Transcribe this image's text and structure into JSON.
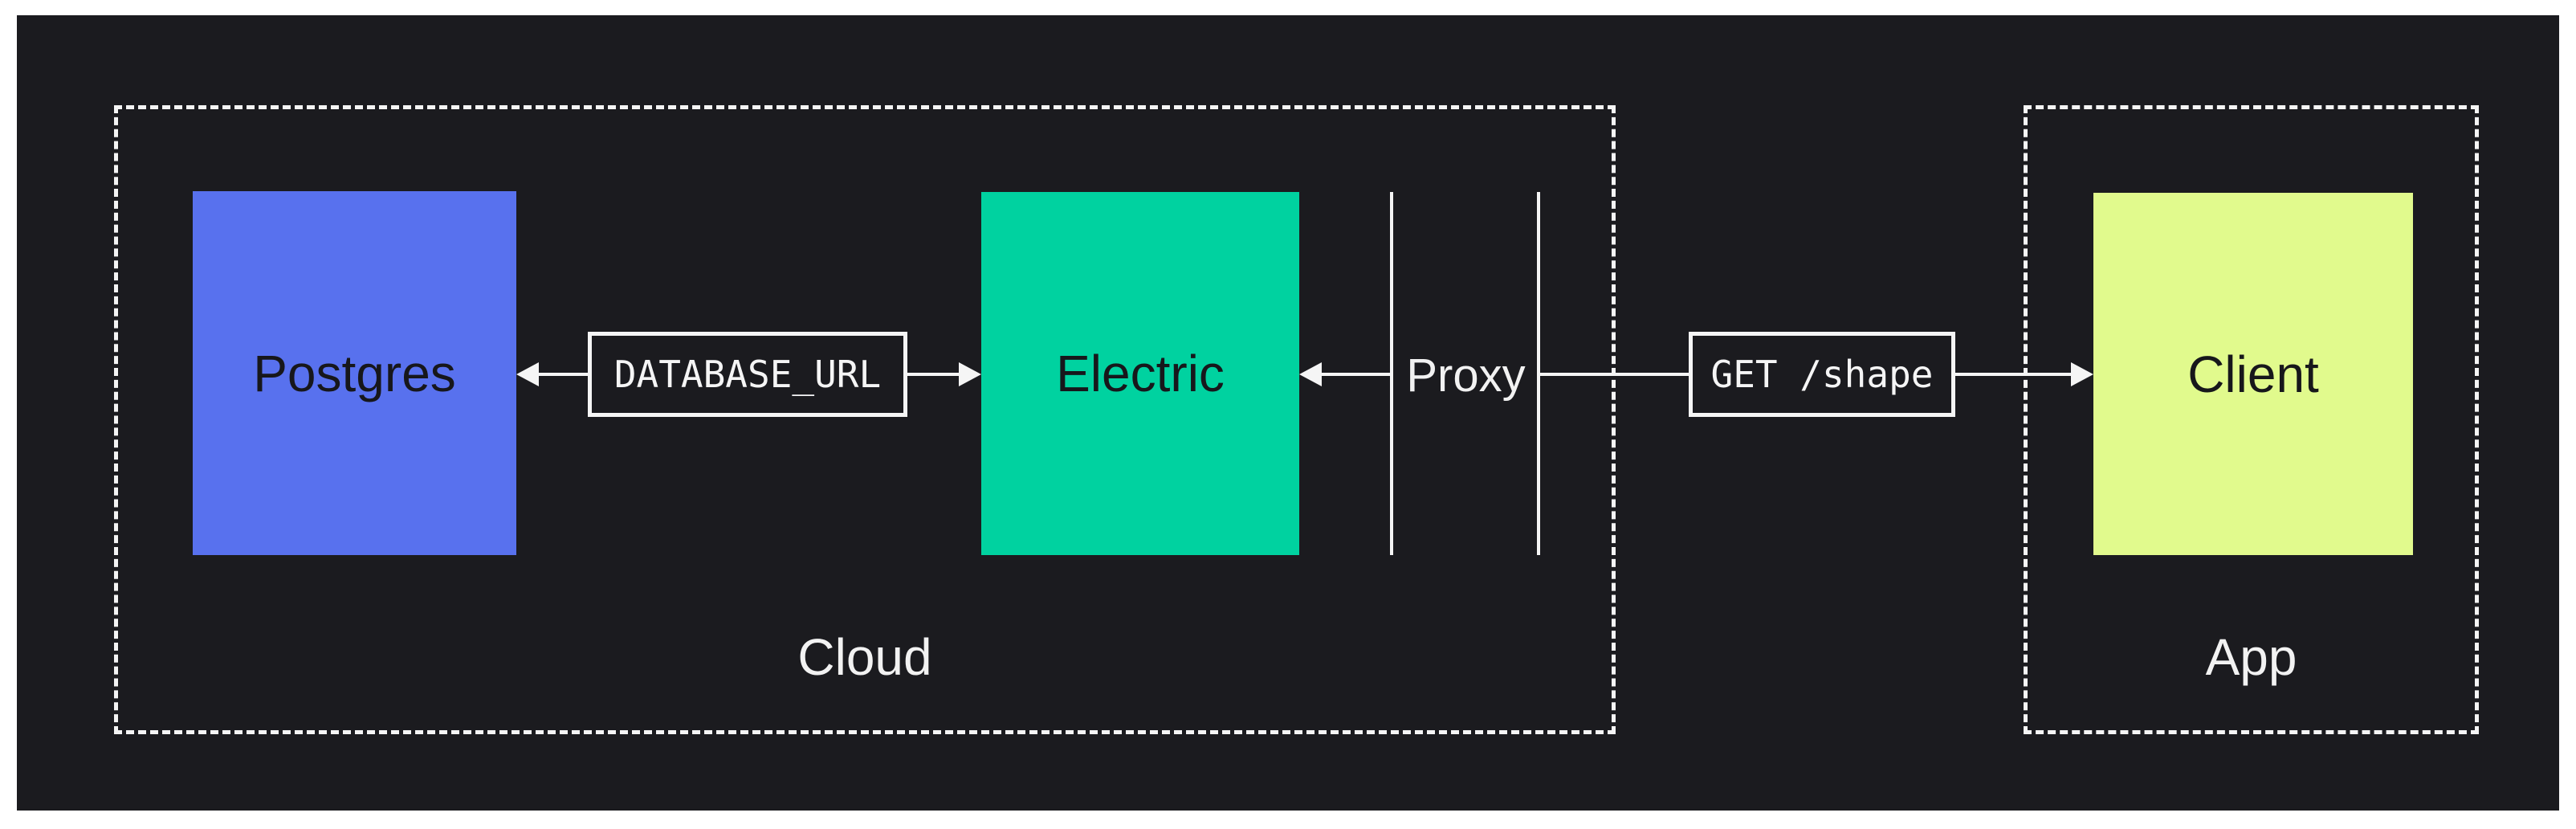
{
  "page": {
    "background": "#ffffff",
    "canvas_background": "#1b1b1f",
    "stroke_color": "#f5f5f5"
  },
  "groups": {
    "cloud": {
      "label": "Cloud"
    },
    "app": {
      "label": "App"
    }
  },
  "nodes": {
    "postgres": {
      "label": "Postgres",
      "color": "#5871ee",
      "text_color": "#17171b"
    },
    "electric": {
      "label": "Electric",
      "color": "#00d2a0",
      "text_color": "#17171b"
    },
    "client": {
      "label": "Client",
      "color": "#e1fa8d",
      "text_color": "#17171b"
    }
  },
  "connectors": {
    "database_url": {
      "label": "DATABASE_URL"
    },
    "get_shape": {
      "label": "GET /shape"
    },
    "proxy": {
      "label": "Proxy"
    }
  }
}
